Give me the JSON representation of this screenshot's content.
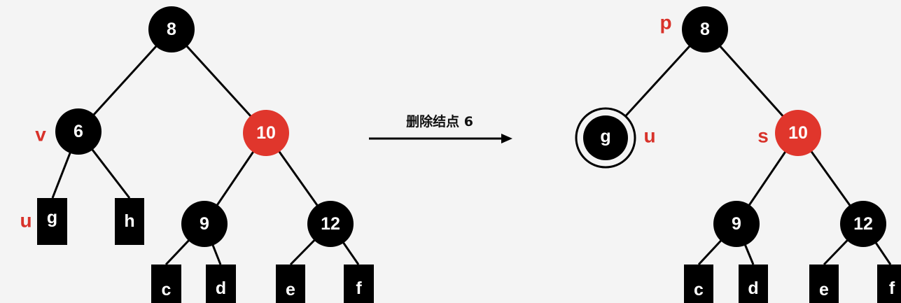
{
  "colors": {
    "black_node": "#000000",
    "red_node": "#e0362c",
    "tag": "#d8322a",
    "background": "#f4f4f4"
  },
  "before": {
    "nodes": {
      "n8": "8",
      "n6": "6",
      "n10": "10",
      "n9": "9",
      "n12": "12"
    },
    "leaves": {
      "g": "g",
      "h": "h",
      "c": "c",
      "d": "d",
      "e": "e",
      "f": "f"
    },
    "tags": {
      "v": "v",
      "u": "u"
    }
  },
  "arrow": {
    "label": "删除结点 6"
  },
  "after": {
    "nodes": {
      "n8": "8",
      "g": "g",
      "n10": "10",
      "n9": "9",
      "n12": "12"
    },
    "leaves": {
      "c": "c",
      "d": "d",
      "e": "e",
      "f": "f"
    },
    "tags": {
      "p": "p",
      "u": "u",
      "s": "s"
    }
  }
}
